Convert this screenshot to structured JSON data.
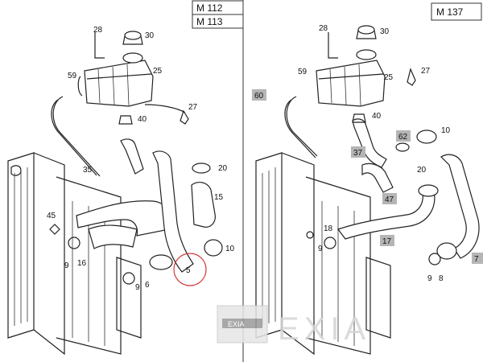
{
  "left_panel": {
    "engine_codes": [
      "M 112",
      "M 113"
    ],
    "callouts": [
      "28",
      "30",
      "25",
      "59",
      "27",
      "40",
      "35",
      "20",
      "15",
      "45",
      "16",
      "9",
      "9",
      "6",
      "5",
      "10"
    ]
  },
  "right_panel": {
    "engine_code": "M 137",
    "callouts": [
      "28",
      "30",
      "27",
      "59",
      "25",
      "40",
      "10",
      "20",
      "18",
      "9",
      "9",
      "8"
    ],
    "highlighted_callouts": [
      "60",
      "62",
      "37",
      "47",
      "17",
      "7"
    ]
  },
  "watermark": {
    "brand": "EXIA",
    "logo_text": "EXIA"
  },
  "colors": {
    "highlight_box": "#b5b5b5",
    "circle_mark": "#d23a3a",
    "watermark": "#d5d5d5"
  }
}
